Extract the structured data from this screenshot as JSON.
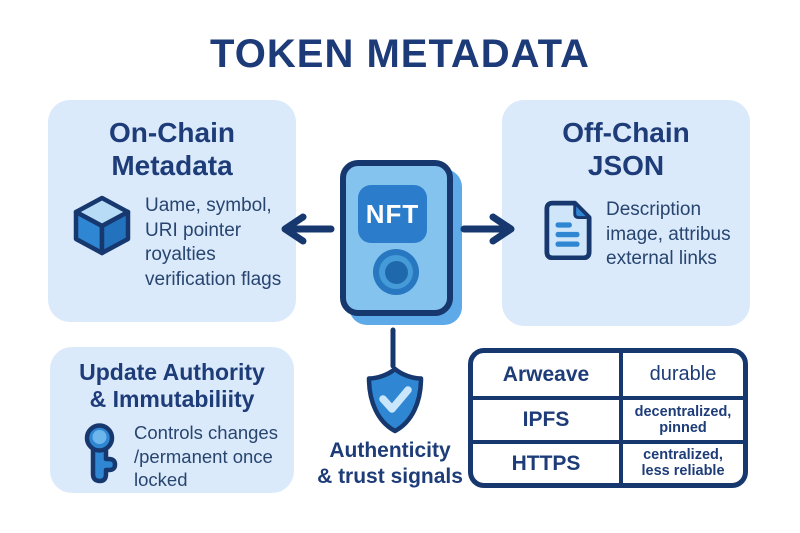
{
  "title": "TOKEN METADATA",
  "colors": {
    "navy": "#16386e",
    "heading_navy": "#1d3c78",
    "panel_bg": "#dbeafb",
    "medium_blue": "#2f86d2",
    "card_blue": "#85c3ef",
    "card_shadow": "#5ea9e7",
    "chip_blue": "#2b7dcc",
    "white": "#ffffff"
  },
  "panels": {
    "on_chain": {
      "title": "On-Chain\nMetadata",
      "icon": "cube-icon",
      "body": "Uame, symbol,\nURI pointer\nroyalties\nverification flags"
    },
    "off_chain": {
      "title": "Off-Chain\nJSON",
      "icon": "document-icon",
      "body": "Description\nimage, attribus\nexternal links"
    },
    "update_authority": {
      "title": "Update Authority\n& Immutabiliity",
      "icon": "key-icon",
      "body": "Controls changes\n/permanent once\nlocked"
    }
  },
  "nft_card": {
    "label": "NFT"
  },
  "shield": {
    "icon": "shield-check-icon",
    "caption": "Authenticity\n& trust signals"
  },
  "table": {
    "rows": [
      {
        "name": "Arweave",
        "value": "durable"
      },
      {
        "name": "IPFS",
        "value": "decentralized,\npinned"
      },
      {
        "name": "HTTPS",
        "value": "centralized,\nless reliable"
      }
    ]
  }
}
